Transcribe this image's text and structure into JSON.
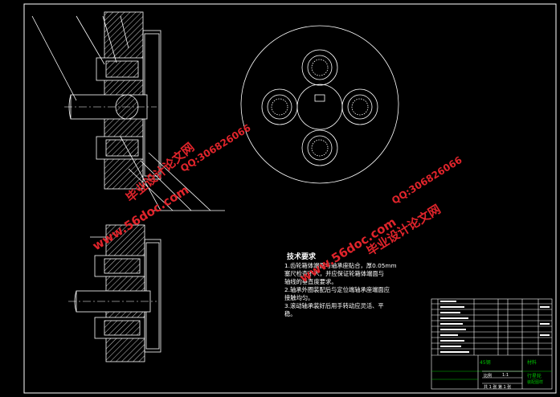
{
  "technical_notes": {
    "title": "技术要求",
    "lines": [
      "1.齿轮箱体端面与轴承座贴合，厚0.05mm",
      "塞尺检查不入，并应保证轮箱体端面与",
      "轴线的垂直度要求。",
      "2.轴承外圈装配后与定位端轴承座端面应",
      "接触均匀。",
      "3.滚动轴承装好后用手转动应灵活、平",
      "稳。"
    ]
  },
  "watermarks": {
    "site": "www.56doc.com",
    "qq": "QQ:306826066",
    "brand": "毕业设计论文网"
  },
  "title_block": {
    "material_label": "材料",
    "material_value": "45钢",
    "scale_label": "比例",
    "scale_value": "1:1",
    "drawing_name_1": "行星轮",
    "drawing_name_2": "装配图样",
    "sheet_info": "共 1 张  第 1 张"
  },
  "colors": {
    "line": "#ffffff",
    "title_block_green": "#00c000",
    "watermark_red": "#e0242b",
    "watermark_blue": "#1a4bd8"
  }
}
